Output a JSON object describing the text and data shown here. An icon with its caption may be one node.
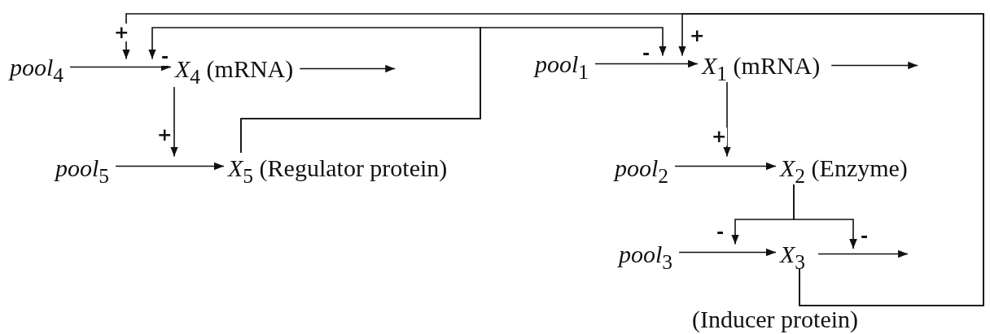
{
  "diagram": {
    "nodes": [
      {
        "text": [
          "*pool*$_{4}$"
        ]
      },
      {
        "text": [
          "*X*$_{4}$ (mRNA)"
        ]
      },
      {
        "text": [
          "*pool*$_{5}$"
        ]
      },
      {
        "text": [
          "*X*$_{5}$ (Regulator protein)"
        ]
      },
      {
        "text": [
          "*pool*$_{1}$"
        ]
      },
      {
        "text": [
          "*X*$_{1}$ (mRNA)"
        ]
      },
      {
        "text": [
          "*pool*$_{2}$"
        ]
      },
      {
        "text": [
          "*X*$_{2}$ (Enzyme)"
        ]
      },
      {
        "text": [
          "*pool*$_{3}$"
        ]
      },
      {
        "text": [
          "*X*$_{3}$"
        ],
        "beside": [
          "(Inducer protein)"
        ]
      }
    ],
    "edges": [
      {
        "from": 0,
        "to": 1,
        "arrow": "to"
      },
      {
        "from": 1,
        "to": null,
        "arrow": "to"
      },
      {
        "from": 1,
        "to": 3,
        "arrow": "to",
        "label": "+"
      },
      {
        "from": 2,
        "to": 3,
        "arrow": "to"
      },
      {
        "from": 3,
        "to": 1,
        "arrow": "to",
        "label": "-"
      },
      {
        "from": 3,
        "to": 5,
        "arrow": "to",
        "label": "-"
      },
      {
        "from": 9,
        "to": 1,
        "arrow": "to",
        "label": "+"
      },
      {
        "from": 9,
        "to": 5,
        "arrow": "to",
        "label": "+"
      },
      {
        "from": 4,
        "to": 5,
        "arrow": "to"
      },
      {
        "from": 5,
        "to": null,
        "arrow": "to"
      },
      {
        "from": 5,
        "to": 7,
        "arrow": "to",
        "label": "+"
      },
      {
        "from": 6,
        "to": 7,
        "arrow": "to"
      },
      {
        "from": 7,
        "to": 9,
        "arrow": "to",
        "label": "-"
      },
      {
        "from": 7,
        "to": null,
        "arrow": "to",
        "label": "-"
      },
      {
        "from": 8,
        "to": 9,
        "arrow": "to"
      },
      {
        "from": 9,
        "to": null,
        "arrow": "to"
      }
    ]
  }
}
